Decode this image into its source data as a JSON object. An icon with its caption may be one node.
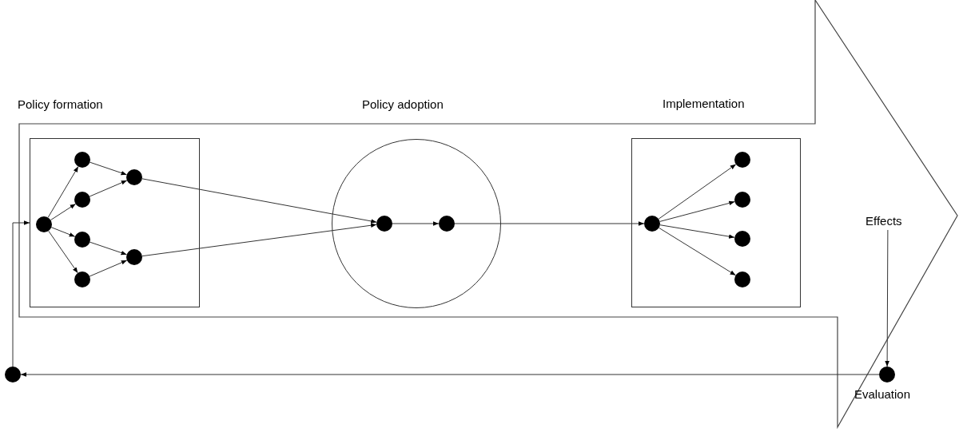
{
  "diagram": {
    "nodes": [
      {
        "text": [
          "Policy formation"
        ]
      },
      {
        "text": [
          "Policy adoption"
        ]
      },
      {
        "text": [
          "Implementation"
        ]
      },
      {
        "text": [],
        "shape": "circle",
        "in": 0
      },
      {
        "text": [],
        "shape": "circle",
        "in": 0
      },
      {
        "text": [],
        "shape": "circle",
        "in": 0
      },
      {
        "text": [],
        "shape": "circle",
        "in": 0
      },
      {
        "text": [],
        "shape": "circle",
        "in": 0
      },
      {
        "text": [],
        "shape": "circle",
        "in": 0
      },
      {
        "text": [],
        "shape": "circle",
        "in": 0
      },
      {
        "text": [],
        "shape": "circle",
        "in": 1
      },
      {
        "text": [],
        "shape": "circle",
        "in": 1
      },
      {
        "text": [],
        "shape": "circle",
        "in": 2
      },
      {
        "text": [],
        "shape": "circle",
        "in": 2
      },
      {
        "text": [],
        "shape": "circle",
        "in": 2
      },
      {
        "text": [],
        "shape": "circle",
        "in": 2
      },
      {
        "text": [],
        "shape": "circle",
        "in": 2
      },
      {
        "text": [
          "Effects"
        ]
      },
      {
        "text": [],
        "shape": "circle",
        "beside": [
          "Evaluation"
        ]
      },
      {
        "text": [],
        "shape": "circle"
      }
    ],
    "edges": [
      {
        "from": 3,
        "to": 4,
        "arrow": "to"
      },
      {
        "from": 3,
        "to": 5,
        "arrow": "to"
      },
      {
        "from": 3,
        "to": 6,
        "arrow": "to"
      },
      {
        "from": 3,
        "to": 7,
        "arrow": "to"
      },
      {
        "from": 4,
        "to": 8,
        "arrow": "to"
      },
      {
        "from": 5,
        "to": 8,
        "arrow": "to"
      },
      {
        "from": 6,
        "to": 9,
        "arrow": "to"
      },
      {
        "from": 7,
        "to": 9,
        "arrow": "to"
      },
      {
        "from": 8,
        "to": 10,
        "arrow": "to"
      },
      {
        "from": 9,
        "to": 10,
        "arrow": "to"
      },
      {
        "from": 10,
        "to": 11,
        "arrow": "to"
      },
      {
        "from": 11,
        "to": 12,
        "arrow": "to"
      },
      {
        "from": 12,
        "to": 13,
        "arrow": "to"
      },
      {
        "from": 12,
        "to": 14,
        "arrow": "to"
      },
      {
        "from": 12,
        "to": 15,
        "arrow": "to"
      },
      {
        "from": 12,
        "to": 16,
        "arrow": "to"
      },
      {
        "from": 17,
        "to": 18,
        "arrow": "to"
      },
      {
        "from": 18,
        "to": 19,
        "arrow": "to"
      },
      {
        "from": 19,
        "to": 0,
        "arrow": "to"
      }
    ]
  }
}
